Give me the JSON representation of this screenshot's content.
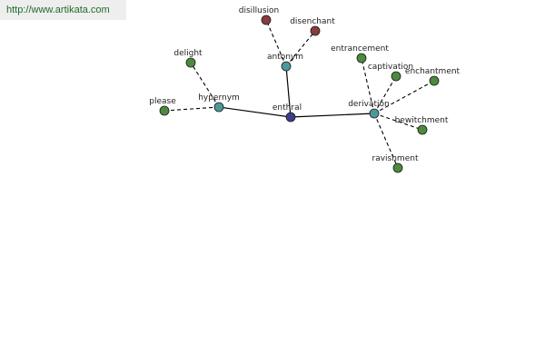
{
  "source_url": "http://www.artikata.com",
  "colors": {
    "root": "#3b3f8a",
    "relation": "#4b9a9a",
    "word": "#4c8a3c",
    "antonym_word": "#8a3c3c",
    "url_text": "#1f6b2a",
    "url_background": "#eeeeee"
  },
  "graph": {
    "root": {
      "label": "enthral",
      "kind": "root"
    },
    "relations": [
      {
        "id": "hypernym",
        "label": "hypernym",
        "kind": "relation"
      },
      {
        "id": "antonym",
        "label": "antonym",
        "kind": "relation"
      },
      {
        "id": "derivation",
        "label": "derivation",
        "kind": "relation"
      }
    ],
    "words": [
      {
        "id": "delight",
        "label": "delight",
        "relation": "hypernym",
        "kind": "word"
      },
      {
        "id": "please",
        "label": "please",
        "relation": "hypernym",
        "kind": "word"
      },
      {
        "id": "disillusion",
        "label": "disillusion",
        "relation": "antonym",
        "kind": "antonym_word"
      },
      {
        "id": "disenchant",
        "label": "disenchant",
        "relation": "antonym",
        "kind": "antonym_word"
      },
      {
        "id": "entrancement",
        "label": "entrancement",
        "relation": "derivation",
        "kind": "word"
      },
      {
        "id": "captivation",
        "label": "captivation",
        "relation": "derivation",
        "kind": "word"
      },
      {
        "id": "enchantment",
        "label": "enchantment",
        "relation": "derivation",
        "kind": "word"
      },
      {
        "id": "bewitchment",
        "label": "bewitchment",
        "relation": "derivation",
        "kind": "word"
      },
      {
        "id": "ravishment",
        "label": "ravishment",
        "relation": "derivation",
        "kind": "word"
      }
    ]
  }
}
